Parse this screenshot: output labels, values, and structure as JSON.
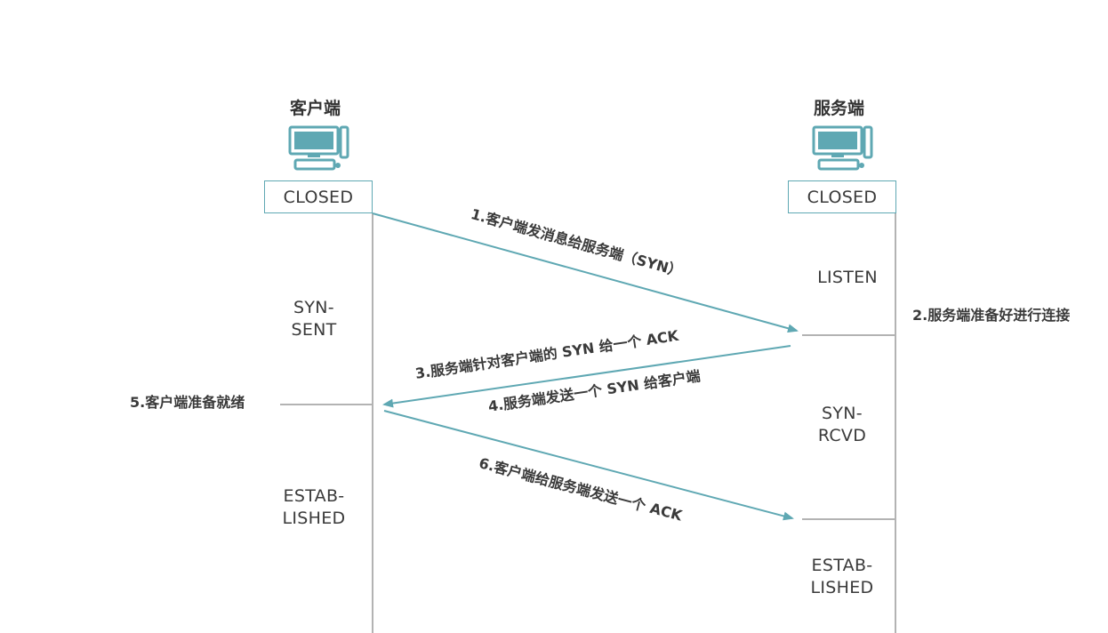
{
  "client": {
    "title": "客户端",
    "icon": "desktop-computer-icon",
    "initial_state": "CLOSED",
    "states": {
      "syn_sent": [
        "SYN-",
        "SENT"
      ],
      "established": [
        "ESTAB-",
        "LISHED"
      ]
    },
    "note": "5.客户端准备就绪"
  },
  "server": {
    "title": "服务端",
    "icon": "desktop-computer-icon",
    "initial_state": "CLOSED",
    "states": {
      "listen": "LISTEN",
      "syn_rcvd": [
        "SYN-",
        "RCVD"
      ],
      "established": [
        "ESTAB-",
        "LISHED"
      ]
    },
    "note": "2.服务端准备好进行连接"
  },
  "messages": {
    "m1": "1.客户端发消息给服务端（SYN）",
    "m3": "3.服务端针对客户端的 SYN 给一个 ACK",
    "m4": "4.服务端发送一个 SYN 给客户端",
    "m6": "6.客户端给服务端发送一个 ACK"
  },
  "colors": {
    "accent": "#5fa8b3",
    "lifeline": "#b3b3b3",
    "text": "#3a3a3a"
  }
}
